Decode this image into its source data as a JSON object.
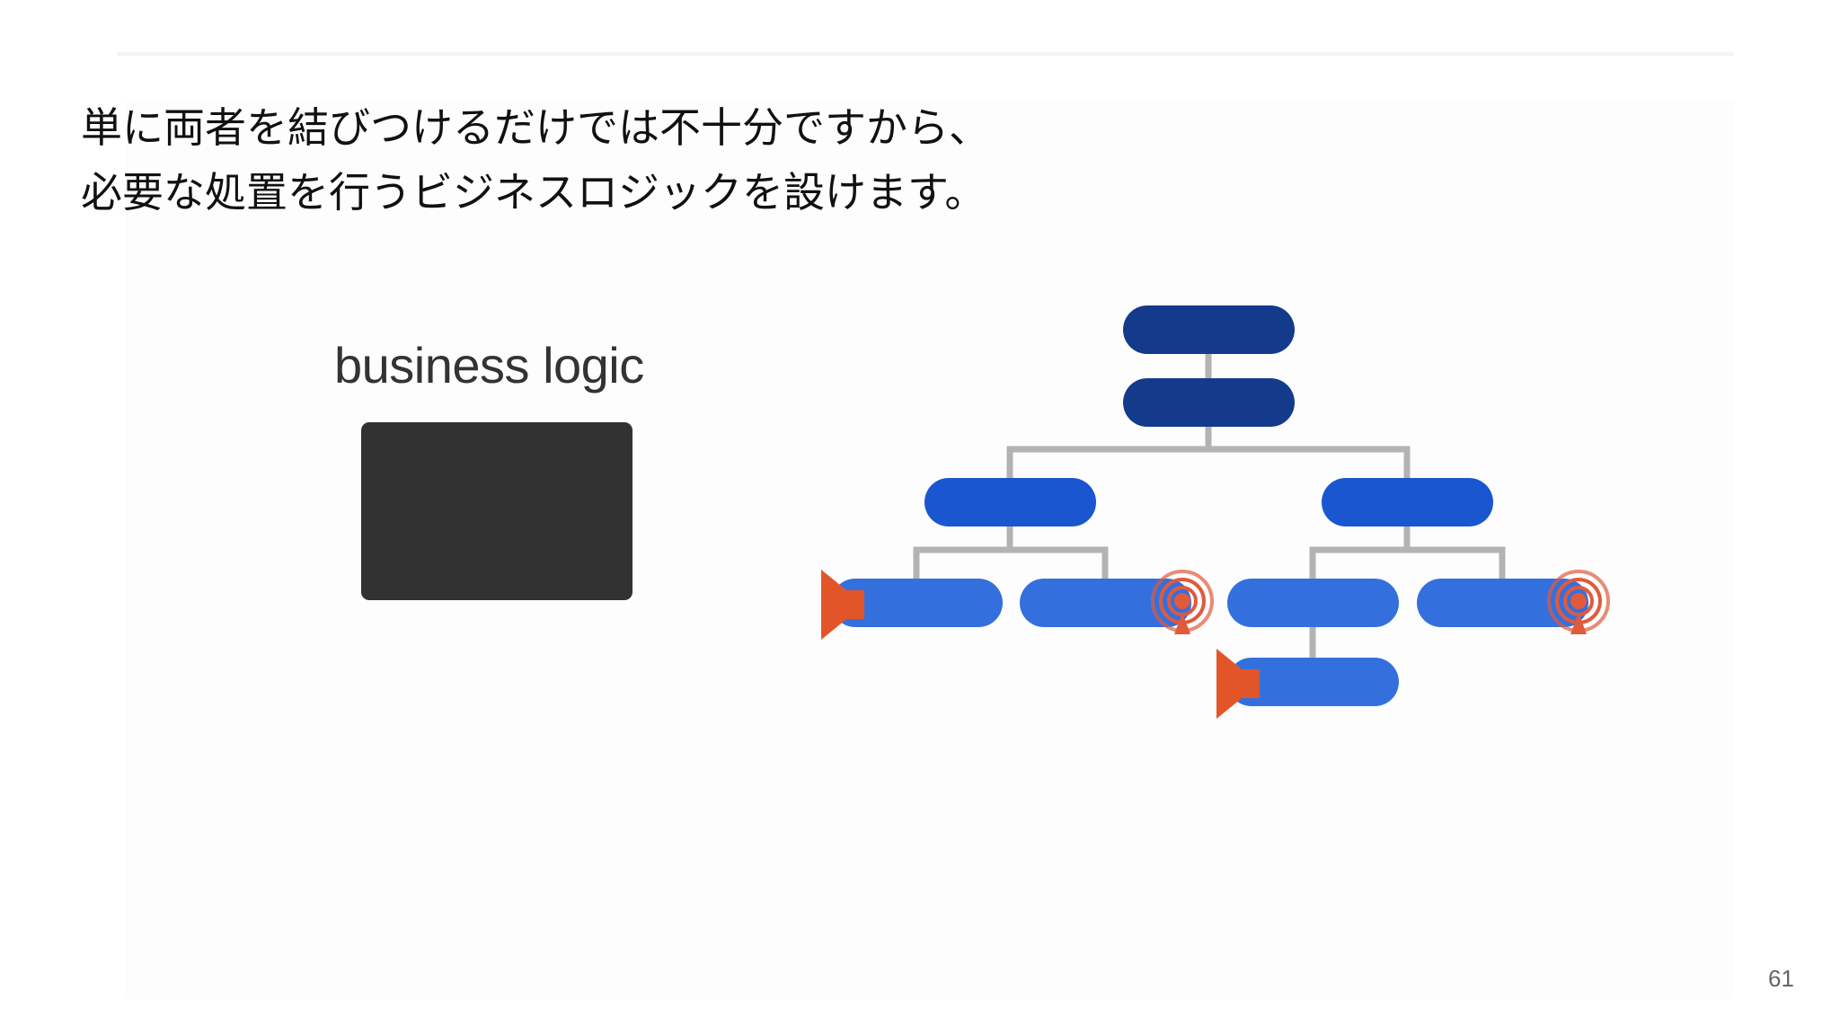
{
  "slide": {
    "title_lines": [
      "単に両者を結びつけるだけでは不十分ですから、",
      "必要な処置を行うビジネスロジックを設けます。"
    ],
    "page_number": "61"
  },
  "figure": {
    "business_logic_label": "business logic",
    "tree": {
      "colors": {
        "level1": "#143a8c",
        "level2": "#1a56cf",
        "level3": "#3470dd",
        "connector": "#b3b3b3",
        "speaker": "#e25528",
        "signal": "#e05a3c"
      },
      "icons": [
        "speaker-icon",
        "signal-icon"
      ]
    }
  }
}
